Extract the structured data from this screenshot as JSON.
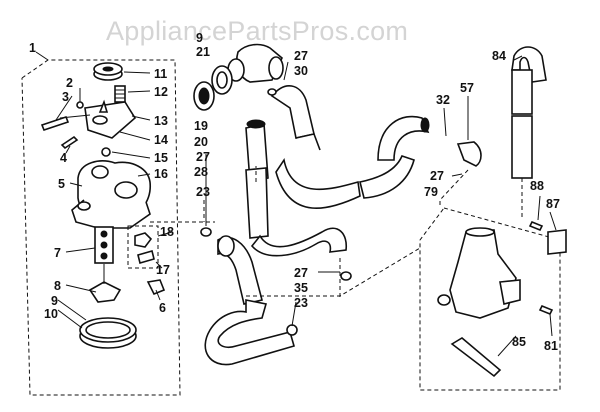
{
  "watermark": "AppliancePartsPros.com",
  "callouts": {
    "c1": "1",
    "c2": "2",
    "c3": "3",
    "c4": "4",
    "c5": "5",
    "c6": "6",
    "c7": "7",
    "c8": "8",
    "c9": "9",
    "c10": "10",
    "c11": "11",
    "c12": "12",
    "c13": "13",
    "c14": "14",
    "c15": "15",
    "c16": "16",
    "c17": "17",
    "c18": "18",
    "c9t": "9",
    "c21": "21",
    "c19": "19",
    "c20": "20",
    "c27a": "27",
    "c28": "28",
    "c23a": "23",
    "c27b": "27",
    "c30": "30",
    "c27c": "27",
    "c35": "35",
    "c23b": "23",
    "c32": "32",
    "c57": "57",
    "c27d": "27",
    "c79": "79",
    "c84": "84",
    "c88": "88",
    "c87": "87",
    "c85": "85",
    "c81": "81"
  }
}
